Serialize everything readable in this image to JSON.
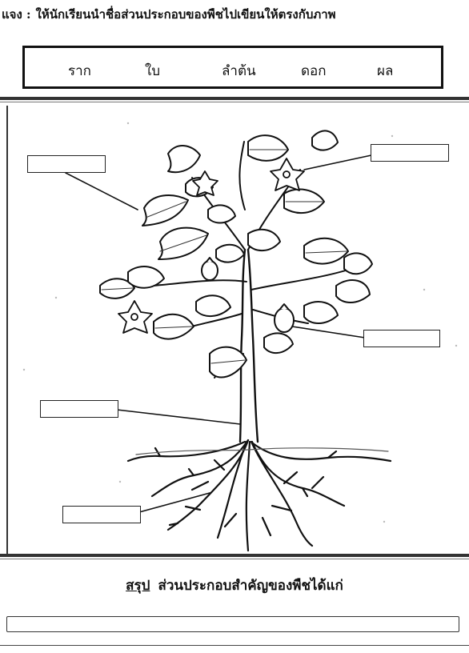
{
  "instruction": {
    "lead": "แจง :",
    "text": "ให้นักเรียนนำชื่อส่วนประกอบของพืชไปเขียนให้ตรงกับภาพ"
  },
  "word_bank": [
    "ราก",
    "ใบ",
    "ลำต้น",
    "ดอก",
    "ผล"
  ],
  "summary": {
    "underlined": "สรุป",
    "text": "ส่วนประกอบสำคัญของพืชได้แก่"
  },
  "label_targets": [
    "leaf",
    "flower",
    "fruit",
    "stem",
    "root"
  ]
}
